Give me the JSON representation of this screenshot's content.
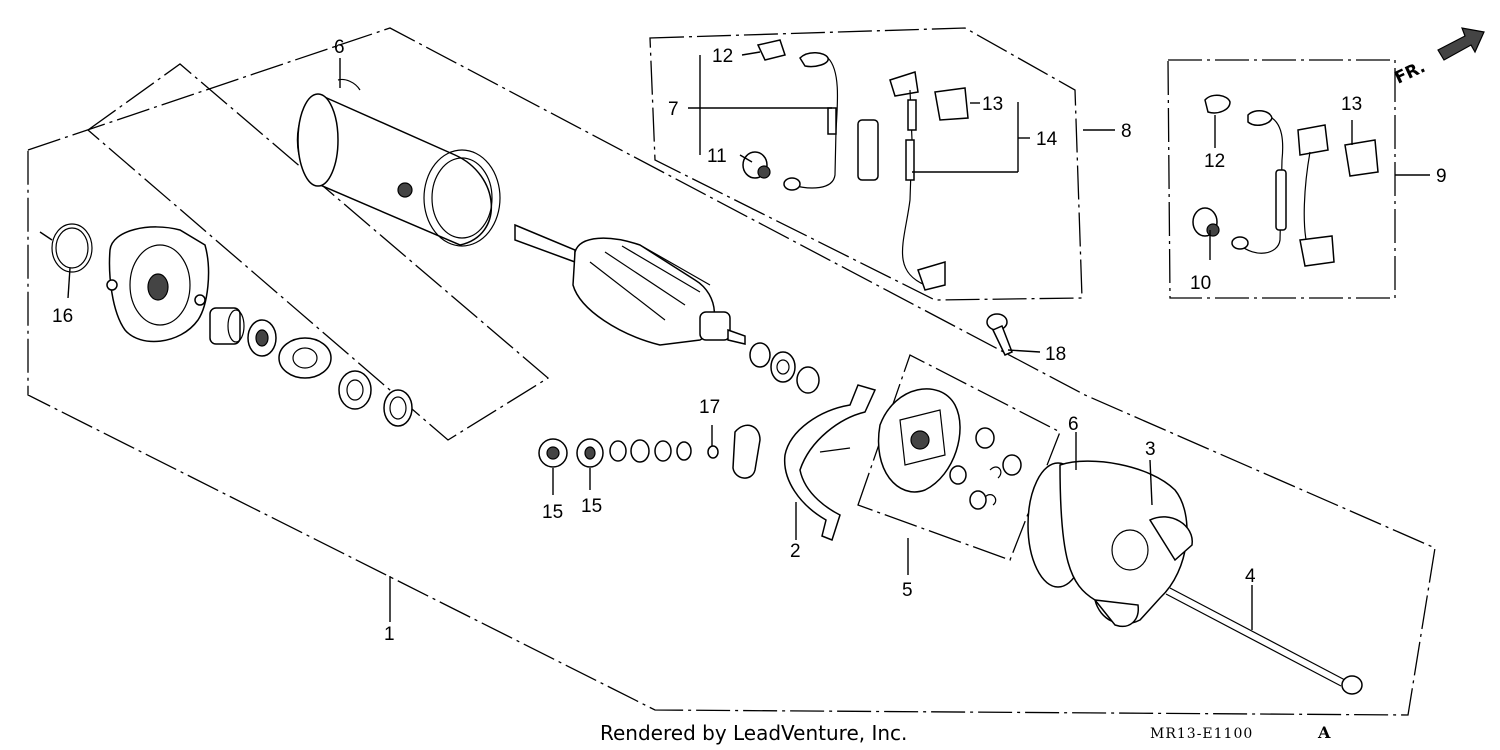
{
  "callouts": [
    {
      "id": "c1",
      "label": "1"
    },
    {
      "id": "c2",
      "label": "2"
    },
    {
      "id": "c3",
      "label": "3"
    },
    {
      "id": "c4",
      "label": "4"
    },
    {
      "id": "c5",
      "label": "5"
    },
    {
      "id": "c6a",
      "label": "6"
    },
    {
      "id": "c6b",
      "label": "6"
    },
    {
      "id": "c7",
      "label": "7"
    },
    {
      "id": "c8",
      "label": "8"
    },
    {
      "id": "c9",
      "label": "9"
    },
    {
      "id": "c10",
      "label": "10"
    },
    {
      "id": "c11",
      "label": "11"
    },
    {
      "id": "c12a",
      "label": "12"
    },
    {
      "id": "c12b",
      "label": "12"
    },
    {
      "id": "c13a",
      "label": "13"
    },
    {
      "id": "c13b",
      "label": "13"
    },
    {
      "id": "c14",
      "label": "14"
    },
    {
      "id": "c15a",
      "label": "15"
    },
    {
      "id": "c15b",
      "label": "15"
    },
    {
      "id": "c16",
      "label": "16"
    },
    {
      "id": "c17",
      "label": "17"
    },
    {
      "id": "c18",
      "label": "18"
    }
  ],
  "direction_label": "FR.",
  "footer_credit": "Rendered by LeadVenture, Inc.",
  "diagram_code": "MR13-E1100",
  "diagram_code_suffix": "A"
}
